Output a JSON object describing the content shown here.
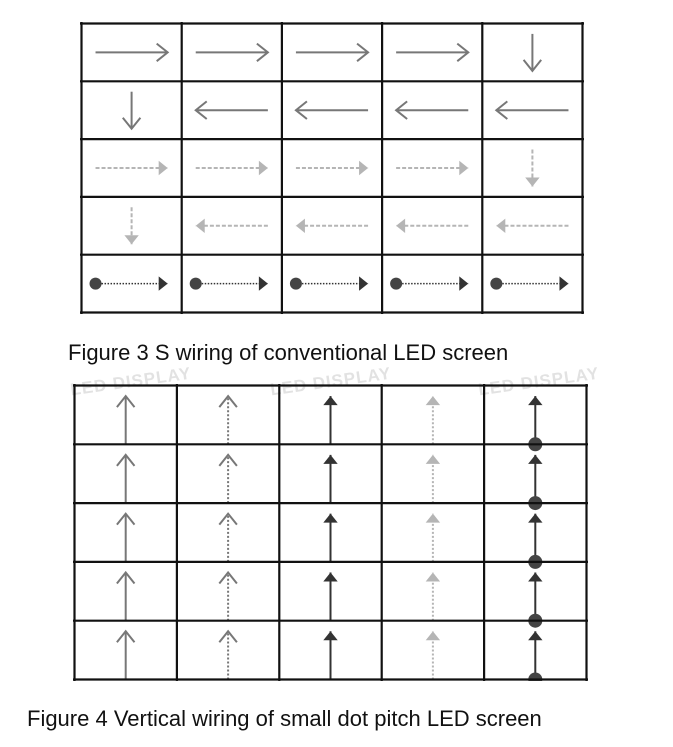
{
  "figure3": {
    "caption": "Figure 3 S wiring of conventional LED screen",
    "rows": [
      [
        "right-open",
        "right-open",
        "right-open",
        "right-open",
        "down-open"
      ],
      [
        "down-open",
        "left-open",
        "left-open",
        "left-open",
        "left-open"
      ],
      [
        "right-dashed",
        "right-dashed",
        "right-dashed",
        "right-dashed",
        "down-dashed"
      ],
      [
        "down-dashed",
        "left-dashed",
        "left-dashed",
        "left-dashed",
        "left-dashed"
      ],
      [
        "dot-right",
        "dot-right",
        "dot-right",
        "dot-right",
        "dot-right"
      ]
    ]
  },
  "figure4": {
    "caption": "Figure 4 Vertical wiring of small dot pitch LED screen",
    "rows": [
      [
        "up-open",
        "up-open-dotted",
        "up-dark",
        "up-light-dotted",
        "up-dark-dot"
      ],
      [
        "up-open",
        "up-open-dotted",
        "up-dark",
        "up-light-dotted",
        "up-dark-dot"
      ],
      [
        "up-open",
        "up-open-dotted",
        "up-dark",
        "up-light-dotted",
        "up-dark-dot"
      ],
      [
        "up-open",
        "up-open-dotted",
        "up-dark",
        "up-light-dotted",
        "up-dark-dot"
      ],
      [
        "up-open",
        "up-open-dotted",
        "up-dark",
        "up-light-dotted",
        "up-dark-dot"
      ]
    ]
  },
  "watermark": "LED DISPLAY",
  "colors": {
    "grid": "#111111",
    "open": "#777777",
    "light": "#b5b5b5",
    "dark": "#333333"
  }
}
